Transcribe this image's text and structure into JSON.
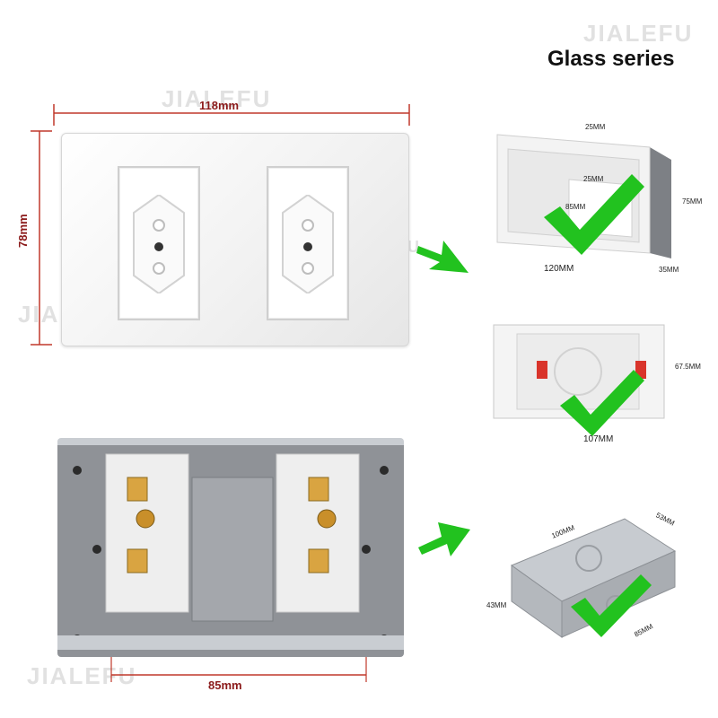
{
  "title": "Glass series",
  "watermark": "JIALEFU",
  "dimensions": {
    "plate_width": "118mm",
    "plate_height": "78mm",
    "hole_spacing": "85mm"
  },
  "box1": {
    "top": "25MM",
    "inner": "25MM",
    "diagonal": "85MM",
    "width": "120MM",
    "height": "75MM",
    "depth": "35MM"
  },
  "box2": {
    "width": "107MM",
    "height": "67.5MM"
  },
  "box3": {
    "length": "100MM",
    "width": "53MM",
    "height": "43MM",
    "diagonal": "85MM"
  },
  "colors": {
    "dimension_line": "#c0392b",
    "arrow": "#22c21f",
    "check": "#22c21f"
  },
  "icons": [
    "green-arrow-icon",
    "green-checkmark-icon"
  ]
}
